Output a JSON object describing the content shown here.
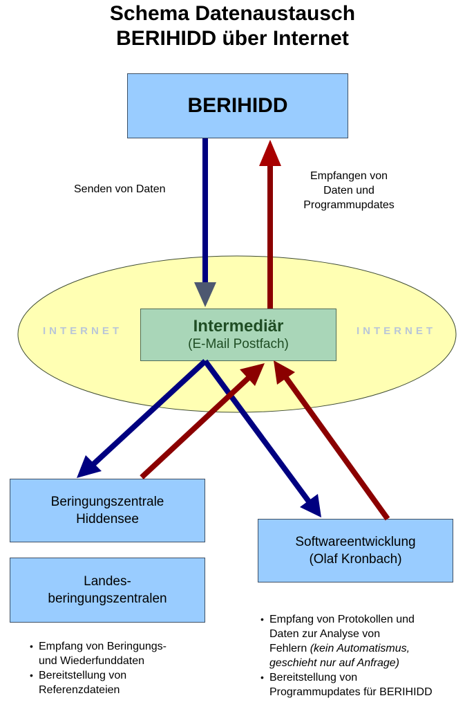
{
  "title": {
    "line1": "Schema Datenaustausch",
    "line2": "BERIHIDD über Internet"
  },
  "nodes": {
    "berihidd": {
      "label": "BERIHIDD"
    },
    "intermediaer": {
      "label": "Intermediär",
      "sublabel": "(E-Mail Postfach)"
    },
    "beringungszentrale": {
      "line1": "Beringungszentrale",
      "line2": "Hiddensee"
    },
    "landes": {
      "line1": "Landes-",
      "line2": "beringungszentralen"
    },
    "software": {
      "line1": "Softwareentwicklung",
      "line2": "(Olaf Kronbach)"
    }
  },
  "internet": {
    "left": "INTERNET",
    "right": "INTERNET"
  },
  "edge_labels": {
    "send": "Senden von Daten",
    "receive": [
      "Empfangen von",
      "Daten und",
      "Programmupdates"
    ]
  },
  "notes_left": {
    "item1_line1": "Empfang von Beringungs-",
    "item1_line2": "und Wiederfunddaten",
    "item2_line1": "Bereitstellung von",
    "item2_line2": "Referenzdateien"
  },
  "notes_right": {
    "item1_line1": "Empfang von Protokollen und",
    "item1_line2": "Daten zur Analyse von",
    "item1_line3_plain": "Fehlern ",
    "item1_line3_italic": "(kein Automatismus,",
    "item1_line4_italic": "geschieht nur auf Anfrage)",
    "item2_line1": "Bereitstellung von",
    "item2_line2": "Programmupdates für BERIHIDD"
  },
  "colors": {
    "box_fill": "#99ccff",
    "intermediary_fill": "#a9d6b8",
    "ellipse_fill": "#ffffb3",
    "send_arrow": "#000080",
    "receive_arrow": "#8b0000",
    "intermediary_text": "#1f4d24"
  }
}
